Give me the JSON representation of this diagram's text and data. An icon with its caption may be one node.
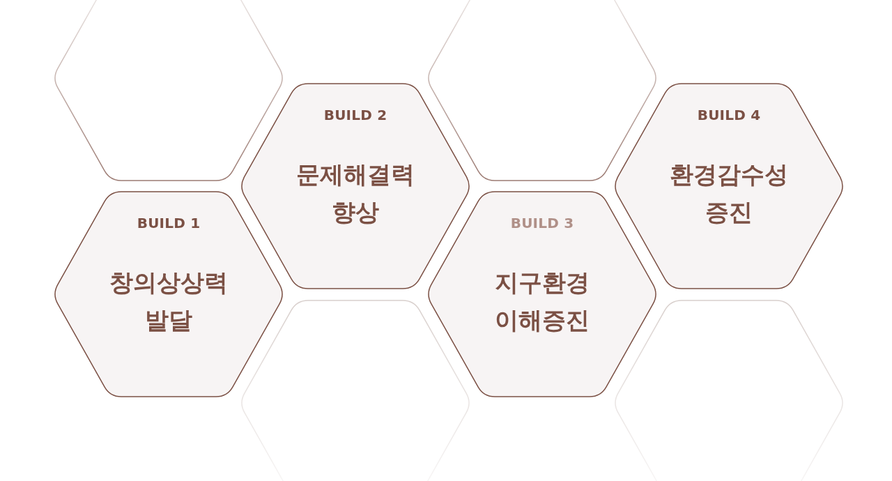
{
  "diagram": {
    "nodes": [
      {
        "text": [
          "BUILD 1",
          "창의상상력 발달"
        ]
      },
      {
        "text": [
          "BUILD 2",
          "문제해결력 향상"
        ]
      },
      {
        "text": [
          "BUILD 3",
          "지구환경 이해증진"
        ]
      },
      {
        "text": [
          "BUILD 4",
          "환경감수성 증진"
        ]
      },
      {
        "text": [],
        "shape": "hexagon"
      },
      {
        "text": [],
        "shape": "hexagon"
      },
      {
        "text": [],
        "shape": "hexagon"
      },
      {
        "text": [],
        "shape": "hexagon"
      }
    ]
  }
}
